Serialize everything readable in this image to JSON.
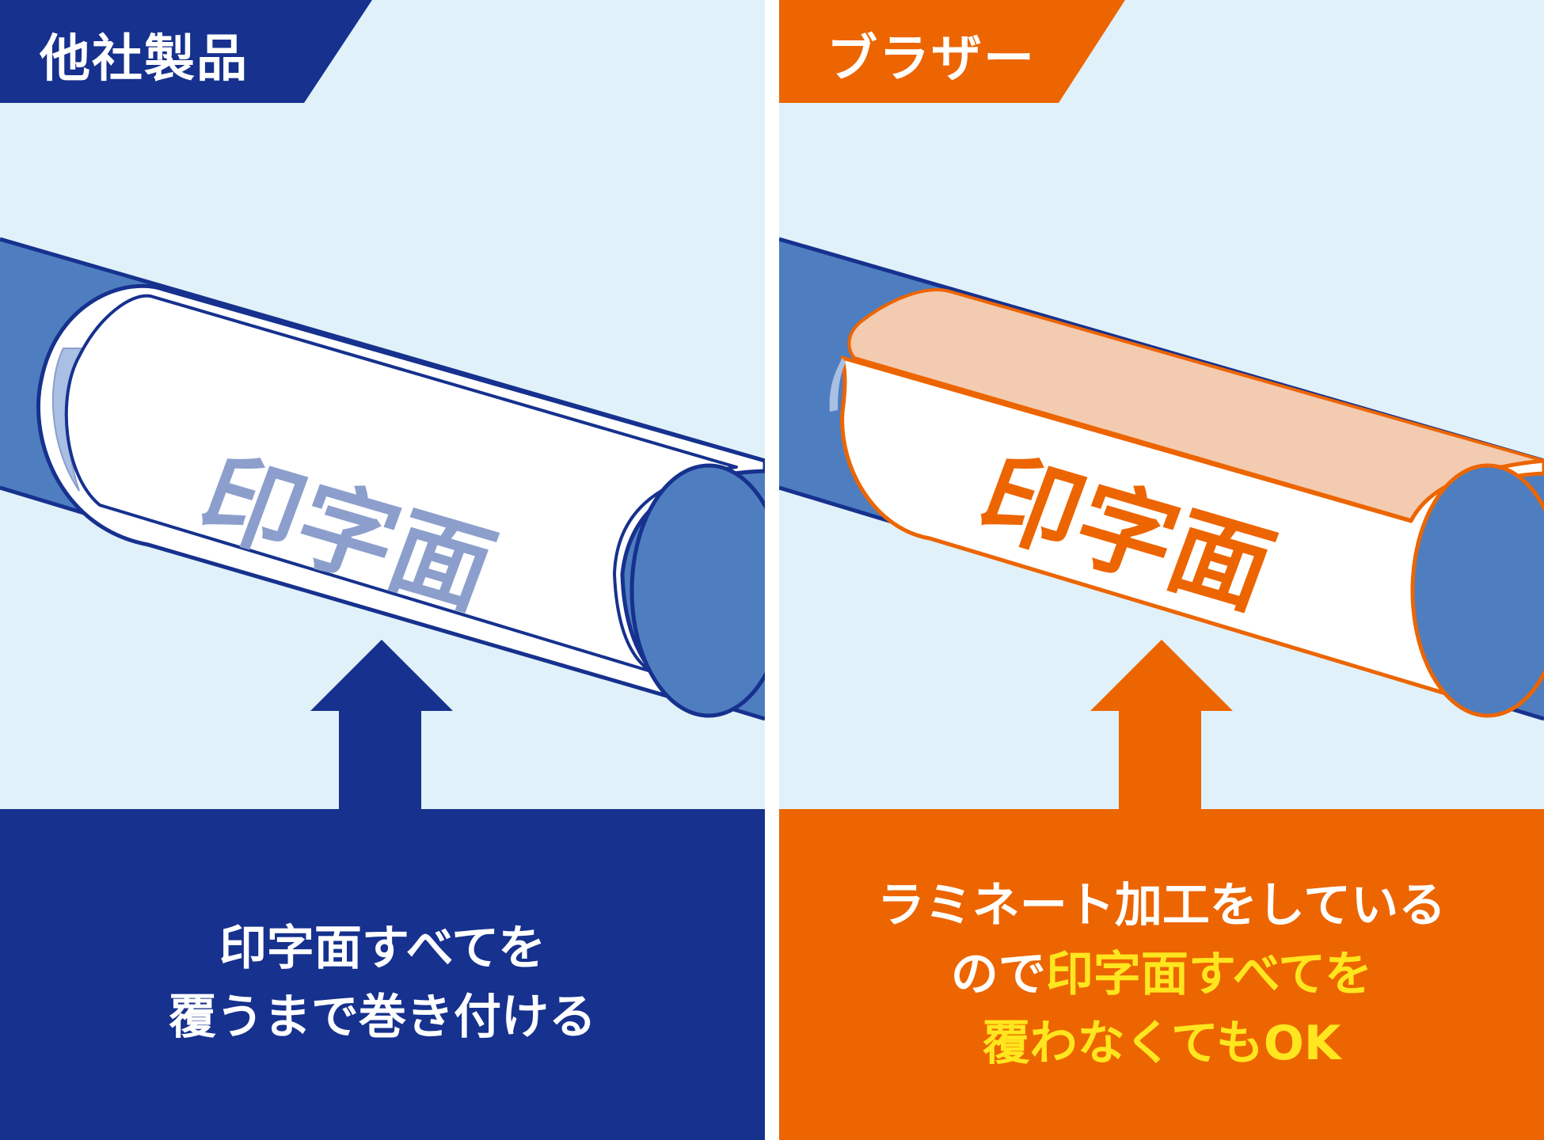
{
  "colors": {
    "background": "#e0f1f9",
    "navy": "#16318e",
    "orange": "#ec6500",
    "tube_blue": "#4e7ec0",
    "label_text_left": "#8c9fcc",
    "highlight_yellow": "#ffe61e",
    "white": "#ffffff"
  },
  "left": {
    "tab": "他社製品",
    "label_text": "印字面",
    "caption": {
      "line1": "印字面すべてを",
      "line2": "覆うまで巻き付ける"
    }
  },
  "right": {
    "tab": "ブラザー",
    "label_text": "印字面",
    "caption": {
      "line1": "ラミネート加工をしている",
      "line2_plain": "ので",
      "line2_highlight": "印字面すべてを",
      "line3_highlight": "覆わなくても",
      "line3_plain": "OK"
    }
  },
  "icons": {
    "arrow": "up-arrow-icon",
    "cable": "cable-illustration",
    "label": "wrapped-label-illustration"
  }
}
